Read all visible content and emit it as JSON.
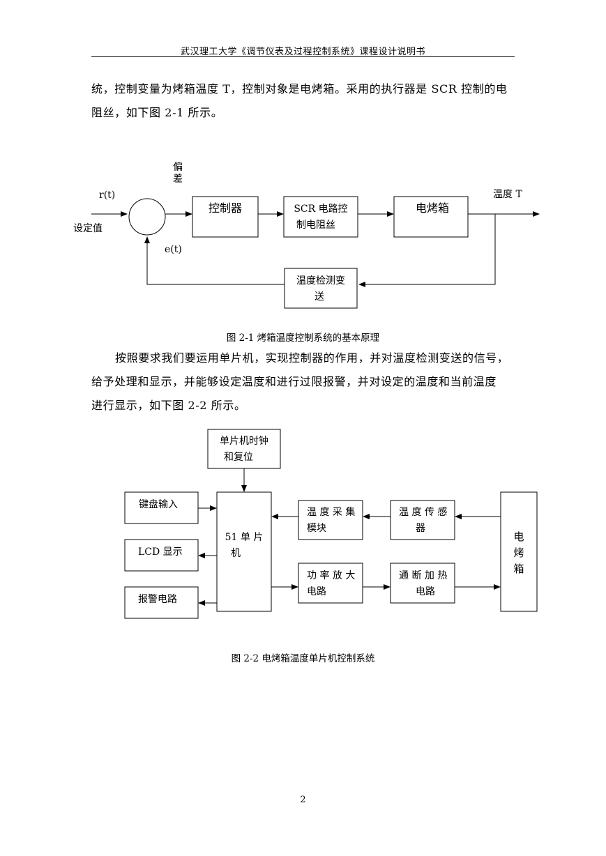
{
  "header": "武汉理工大学《调节仪表及过程控制系统》课程设计说明书",
  "paragraphs": {
    "p1_line1": "统，控制变量为烤箱温度 T，控制对象是电烤箱。采用的执行器是 SCR 控制的电",
    "p1_line2": "阻丝，如下图 2-1 所示。",
    "p2_line1": "按照要求我们要运用单片机，实现控制器的作用，并对温度检测变送的信号，",
    "p2_line2": "给予处理和显示，并能够设定温度和进行过限报警，并对设定的温度和当前温度",
    "p2_line3": "进行显示，如下图 2-2 所示。"
  },
  "figure1": {
    "caption": "图 2-1 烤箱温度控制系统的基本原理",
    "input_signal": "r(t)",
    "input_label": "设定值",
    "error_label_line1": "偏",
    "error_label_line2": "差",
    "error_signal": "e(t)",
    "controller": "控制器",
    "actuator_line1": "SCR 电路控",
    "actuator_line2": "制电阻丝",
    "plant": "电烤箱",
    "output_label": "温度 T",
    "feedback_line1": "温度检测变",
    "feedback_line2": "送"
  },
  "figure2": {
    "caption": "图 2-2 电烤箱温度单片机控制系统",
    "clock_line1": "单片机时钟",
    "clock_line2": "和复位",
    "keyboard": "键盘输入",
    "lcd": "LCD 显示",
    "alarm": "报警电路",
    "mcu_line1": "51 单 片",
    "mcu_line2": "机",
    "temp_collect_line1": "温 度 采 集",
    "temp_collect_line2": "模块",
    "temp_sensor_line1": "温 度 传 感",
    "temp_sensor_line2": "器",
    "power_amp_line1": "功 率 放 大",
    "power_amp_line2": "电路",
    "heater_line1": "通 断 加 热",
    "heater_line2": "电路",
    "oven_chars": [
      "电",
      "烤",
      "箱"
    ]
  },
  "page_number": "2"
}
